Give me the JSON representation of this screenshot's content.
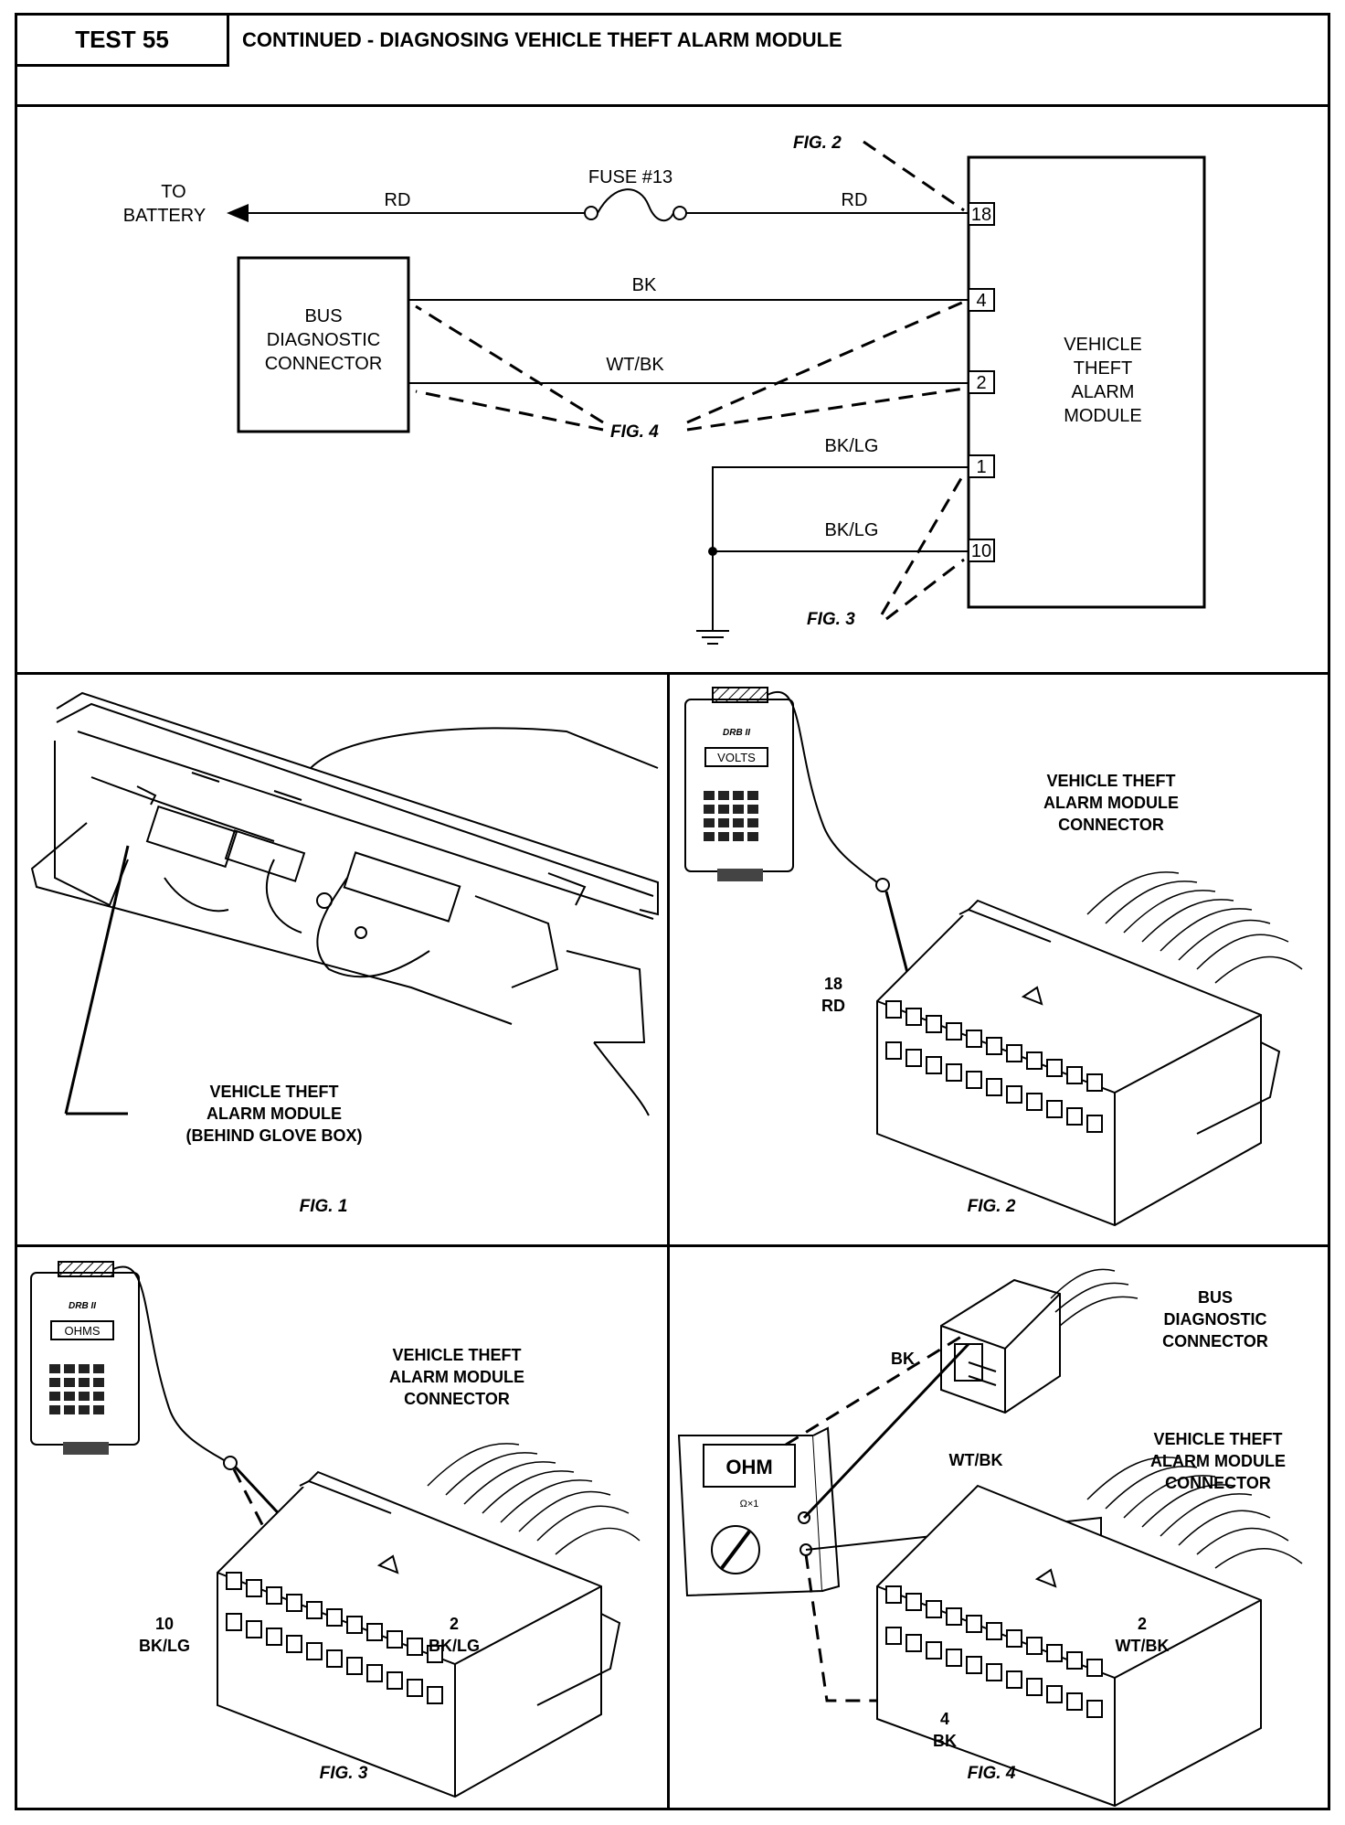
{
  "header": {
    "test_label": "TEST 55",
    "title": "CONTINUED - DIAGNOSING VEHICLE THEFT ALARM MODULE"
  },
  "schematic": {
    "to_battery_line1": "TO",
    "to_battery_line2": "BATTERY",
    "wire_rd_left": "RD",
    "wire_rd_right": "RD",
    "fuse_label": "FUSE #13",
    "bus_line1": "BUS",
    "bus_line2": "DIAGNOSTIC",
    "bus_line3": "CONNECTOR",
    "wire_bk": "BK",
    "wire_wtbk": "WT/BK",
    "wire_bklg_1": "BK/LG",
    "wire_bklg_2": "BK/LG",
    "module_line1": "VEHICLE",
    "module_line2": "THEFT",
    "module_line3": "ALARM",
    "module_line4": "MODULE",
    "pin_18": "18",
    "pin_4": "4",
    "pin_2": "2",
    "pin_1": "1",
    "pin_10": "10",
    "fig2_ref": "FIG. 2",
    "fig3_ref": "FIG. 3",
    "fig4_ref": "FIG. 4"
  },
  "fig1": {
    "callout_line1": "VEHICLE THEFT",
    "callout_line2": "ALARM MODULE",
    "callout_line3": "(BEHIND GLOVE BOX)",
    "caption": "FIG. 1"
  },
  "fig2": {
    "meter_mode": "VOLTS",
    "meter_brand": "DRB II",
    "connector_line1": "VEHICLE THEFT",
    "connector_line2": "ALARM MODULE",
    "connector_line3": "CONNECTOR",
    "pin_num": "18",
    "pin_color": "RD",
    "caption": "FIG. 2"
  },
  "fig3": {
    "meter_mode": "OHMS",
    "meter_brand": "DRB II",
    "connector_line1": "VEHICLE THEFT",
    "connector_line2": "ALARM MODULE",
    "connector_line3": "CONNECTOR",
    "pin_a_num": "10",
    "pin_a_color": "BK/LG",
    "pin_b_num": "2",
    "pin_b_color": "BK/LG",
    "caption": "FIG. 3"
  },
  "fig4": {
    "meter_mode": "OHM",
    "meter_range": "Ω×1",
    "bus_line1": "BUS",
    "bus_line2": "DIAGNOSTIC",
    "bus_line3": "CONNECTOR",
    "bk_label": "BK",
    "wtbk_label": "WT/BK",
    "connector_line1": "VEHICLE THEFT",
    "connector_line2": "ALARM MODULE",
    "connector_line3": "CONNECTOR",
    "pin_a_num": "2",
    "pin_a_color": "WT/BK",
    "pin_b_num": "4",
    "pin_b_color": "BK",
    "caption": "FIG. 4"
  }
}
